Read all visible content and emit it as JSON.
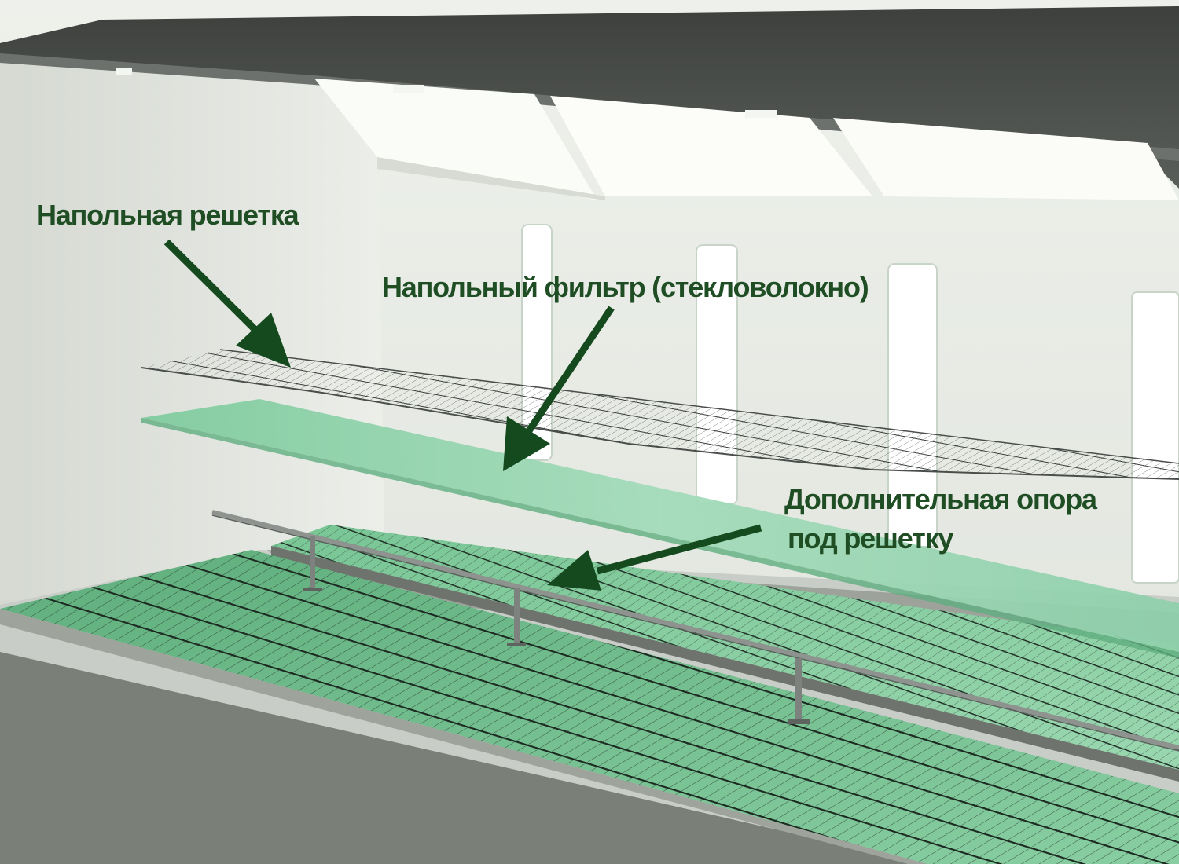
{
  "colors": {
    "label_text": "#1f4d24",
    "arrow": "#15491e",
    "filter_green": "#8fd3ab",
    "wall": "#e6eae3",
    "ceiling": "#474a47",
    "window_light": "#fbfdf8",
    "grate_green": "#6bbd8a",
    "grate_wire": "#1e2a22",
    "support_metal": "#8e938f",
    "pit_side": "#7b8079"
  },
  "labels": {
    "floor_grate": "Напольная решетка",
    "floor_filter": "Напольный фильтр (стекловолокно)",
    "extra_support_line1": "Дополнительная опора",
    "extra_support_line2": "под решетку"
  },
  "icons": {
    "arrow_to_grate": "arrow-icon",
    "arrow_to_filter": "arrow-icon",
    "arrow_to_support": "arrow-icon"
  }
}
